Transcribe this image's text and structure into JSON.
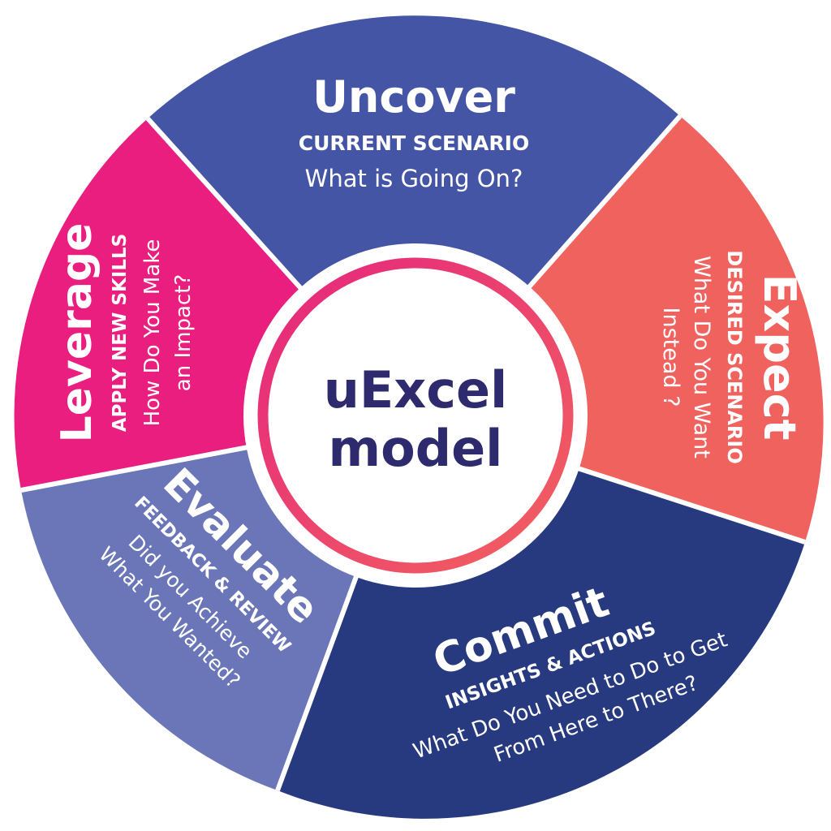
{
  "center": {
    "line1": "uExcel",
    "line2": "model",
    "text_color": "#2e2a6e",
    "ring_gradient": [
      "#e5267e",
      "#f2625e"
    ]
  },
  "segments": {
    "uncover": {
      "title": "Uncover",
      "subtitle": "CURRENT SCENARIO",
      "question": "What is Going On?",
      "color": "#4455a6"
    },
    "expect": {
      "title": "Expect",
      "subtitle": "DESIRED SCENARIO",
      "question_line1": "What Do You Want",
      "question_line2": "Instead ?",
      "color": "#f0625e"
    },
    "commit": {
      "title": "Commit",
      "subtitle": "INSIGHTS & ACTIONS",
      "question_line1": "What Do You Need to Do to Get",
      "question_line2": "From Here to There?",
      "color": "#283a7f"
    },
    "evaluate": {
      "title": "Evaluate",
      "subtitle": "FEEDBACK & REVIEW",
      "question_line1": "Did you Achieve",
      "question_line2": "What You Wanted?",
      "color": "#6b76b8"
    },
    "leverage": {
      "title": "Leverage",
      "subtitle": "APPLY NEW SKILLS",
      "question_line1": "How Do You Make",
      "question_line2": "an Impact?",
      "color": "#e91e7e"
    }
  }
}
